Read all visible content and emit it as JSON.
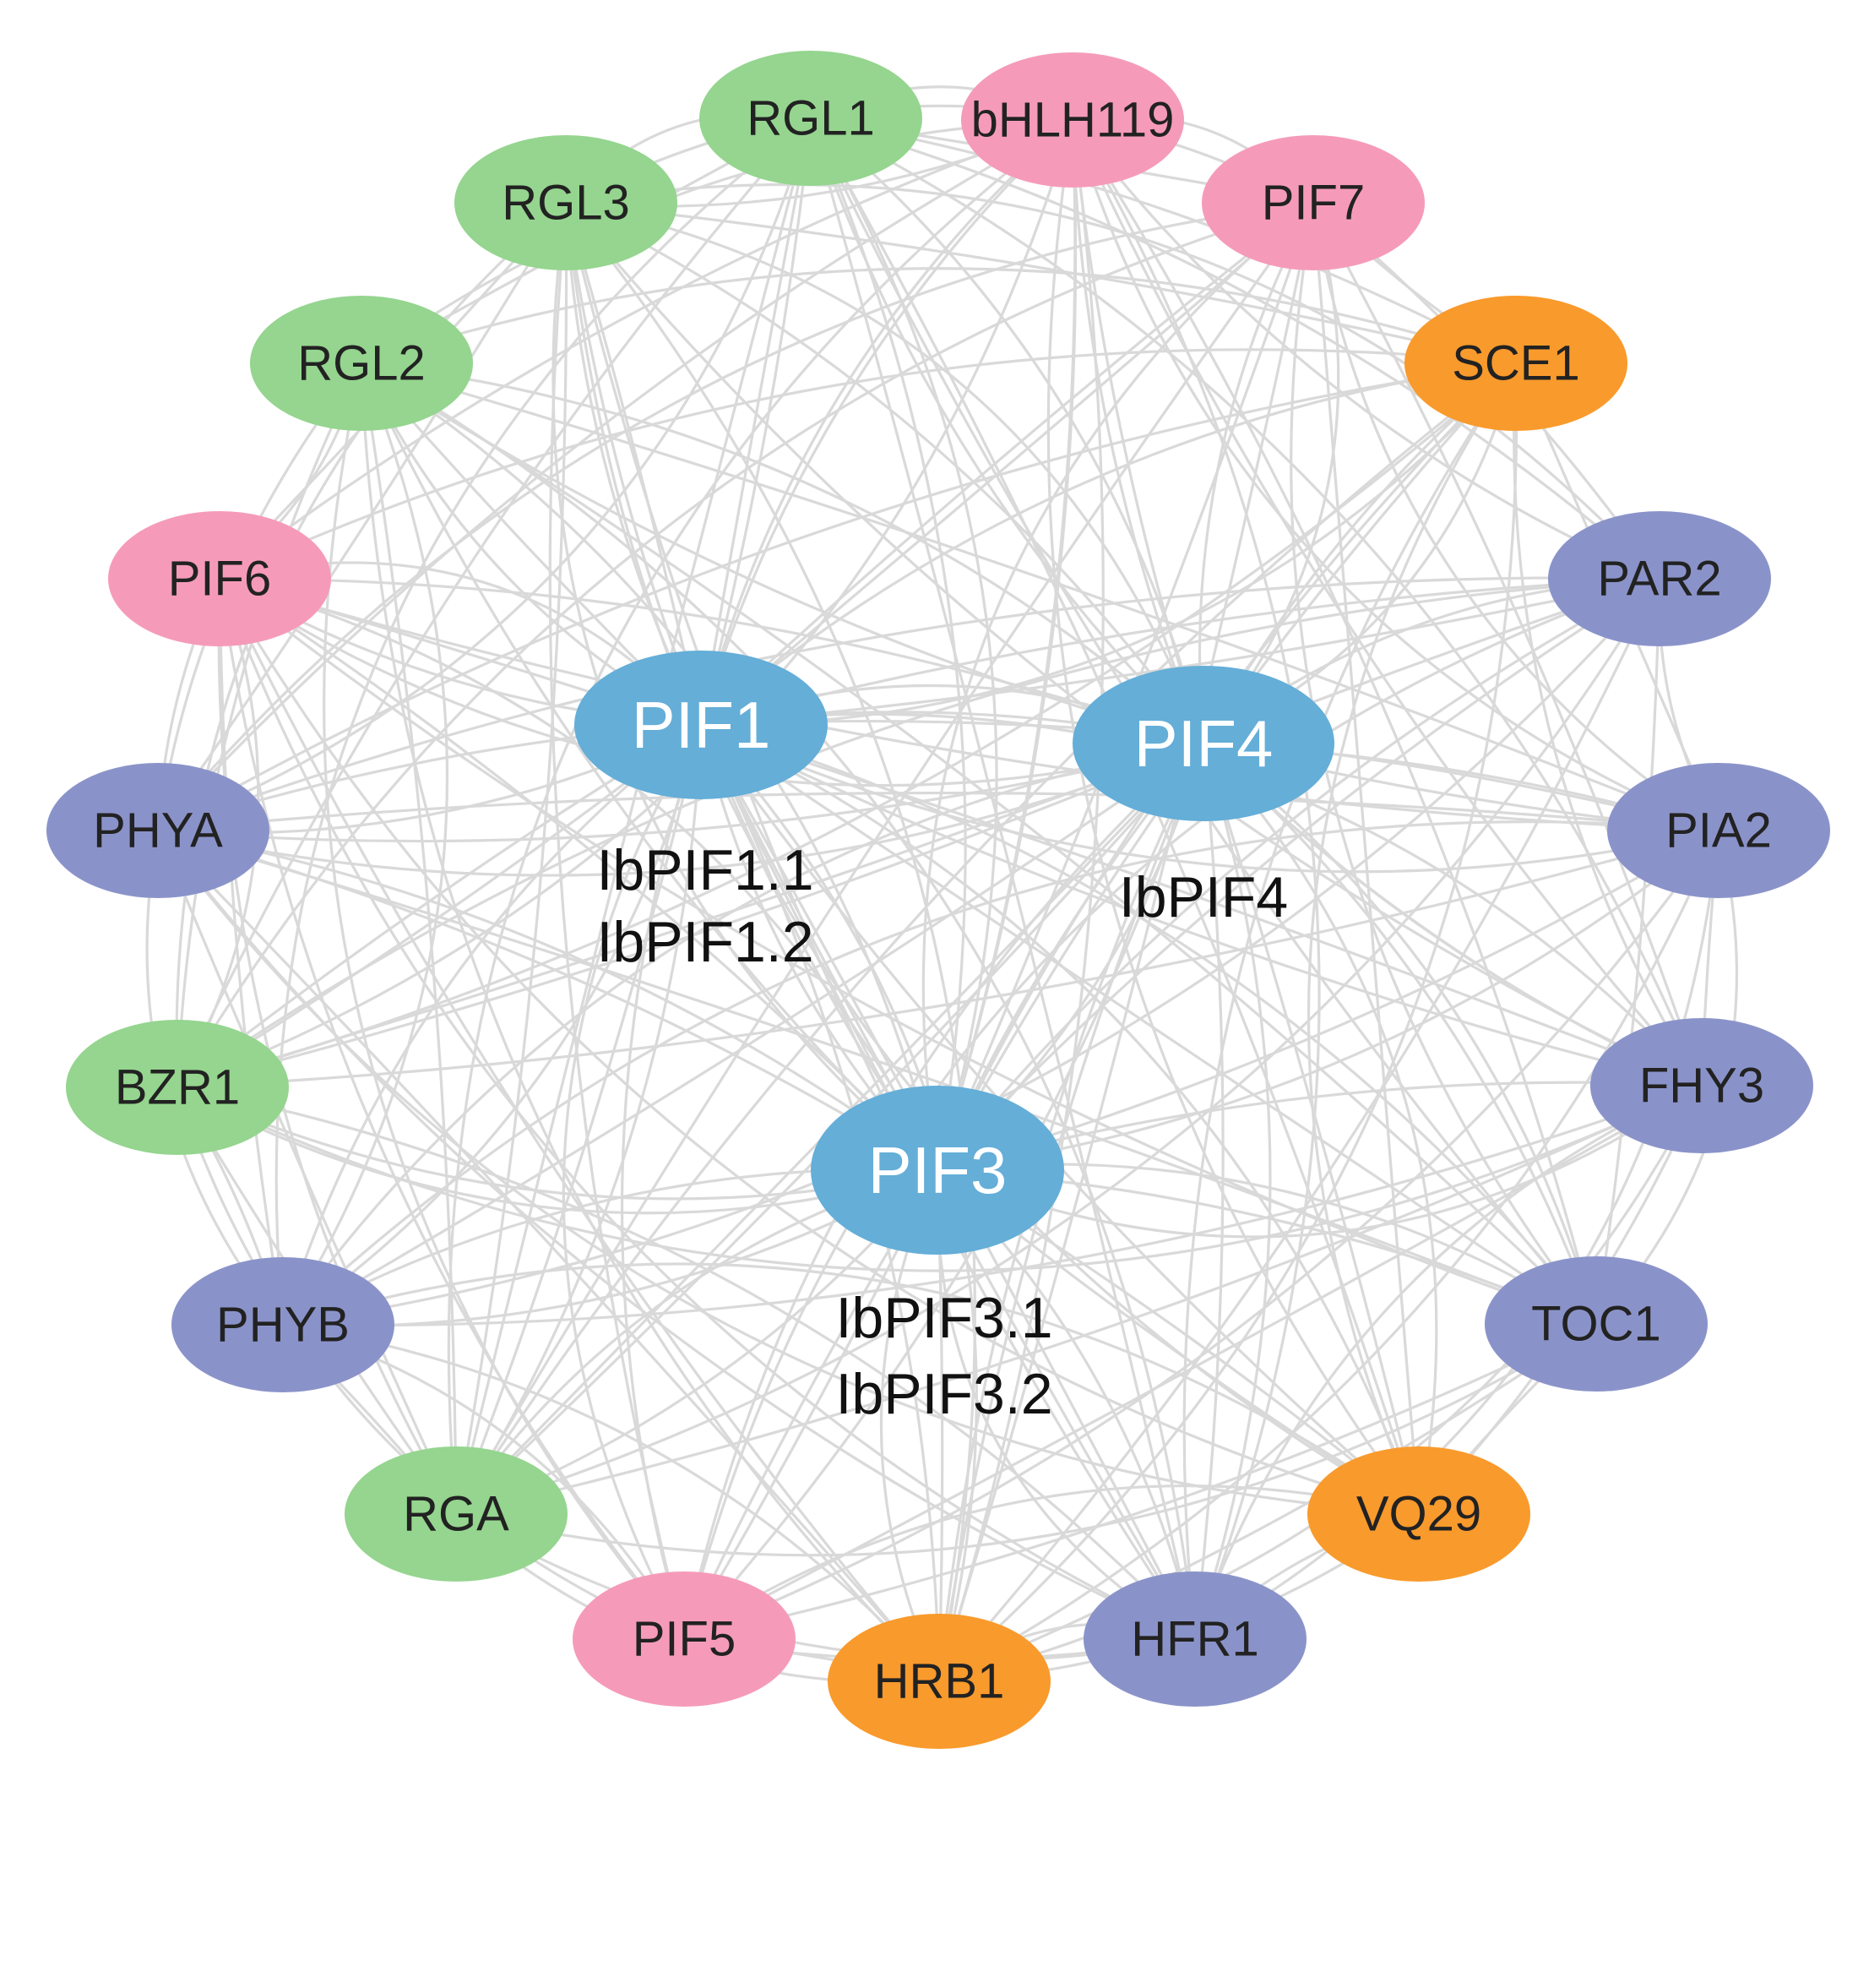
{
  "colors": {
    "background": "#ffffff",
    "edge": "#d9d9d9",
    "hub": "#64aed8",
    "green": "#95d58f",
    "pink": "#f59bb9",
    "orange": "#f99a2c",
    "purple": "#8a93c9"
  },
  "hubs": [
    {
      "id": "PIF1",
      "label": "PIF1",
      "orthologs": [
        "IbPIF1.1",
        "IbPIF1.2"
      ]
    },
    {
      "id": "PIF4",
      "label": "PIF4",
      "orthologs": [
        "IbPIF4"
      ]
    },
    {
      "id": "PIF3",
      "label": "PIF3",
      "orthologs": [
        "IbPIF3.1",
        "IbPIF3.2"
      ]
    }
  ],
  "nodes": [
    {
      "id": "RGL1",
      "label": "RGL1",
      "group": "green"
    },
    {
      "id": "bHLH119",
      "label": "bHLH119",
      "group": "pink"
    },
    {
      "id": "PIF7",
      "label": "PIF7",
      "group": "pink"
    },
    {
      "id": "SCE1",
      "label": "SCE1",
      "group": "orange"
    },
    {
      "id": "PAR2",
      "label": "PAR2",
      "group": "purple"
    },
    {
      "id": "PIA2",
      "label": "PIA2",
      "group": "purple"
    },
    {
      "id": "FHY3",
      "label": "FHY3",
      "group": "purple"
    },
    {
      "id": "TOC1",
      "label": "TOC1",
      "group": "purple"
    },
    {
      "id": "VQ29",
      "label": "VQ29",
      "group": "orange"
    },
    {
      "id": "HFR1",
      "label": "HFR1",
      "group": "purple"
    },
    {
      "id": "HRB1",
      "label": "HRB1",
      "group": "orange"
    },
    {
      "id": "PIF5",
      "label": "PIF5",
      "group": "pink"
    },
    {
      "id": "RGA",
      "label": "RGA",
      "group": "green"
    },
    {
      "id": "PHYB",
      "label": "PHYB",
      "group": "purple"
    },
    {
      "id": "BZR1",
      "label": "BZR1",
      "group": "green"
    },
    {
      "id": "PHYA",
      "label": "PHYA",
      "group": "purple"
    },
    {
      "id": "PIF6",
      "label": "PIF6",
      "group": "pink"
    },
    {
      "id": "RGL2",
      "label": "RGL2",
      "group": "green"
    },
    {
      "id": "RGL3",
      "label": "RGL3",
      "group": "green"
    }
  ]
}
